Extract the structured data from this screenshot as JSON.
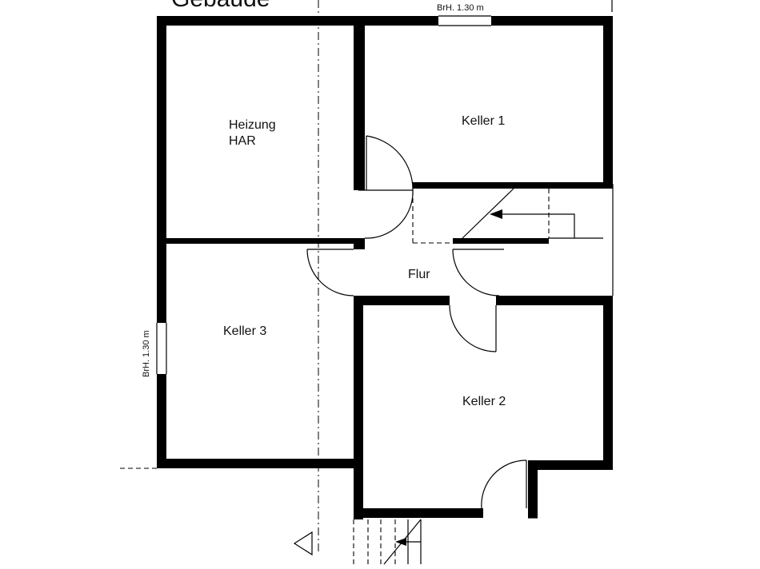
{
  "title_fragment": "Gebäude",
  "rooms": {
    "heizung": "Heizung",
    "har": "HAR",
    "keller1": "Keller 1",
    "keller2": "Keller 2",
    "keller3": "Keller 3",
    "flur": "Flur"
  },
  "annotations": {
    "top_window": "BrH. 1.30 m",
    "left_window": "BrH. 1.30 m"
  }
}
